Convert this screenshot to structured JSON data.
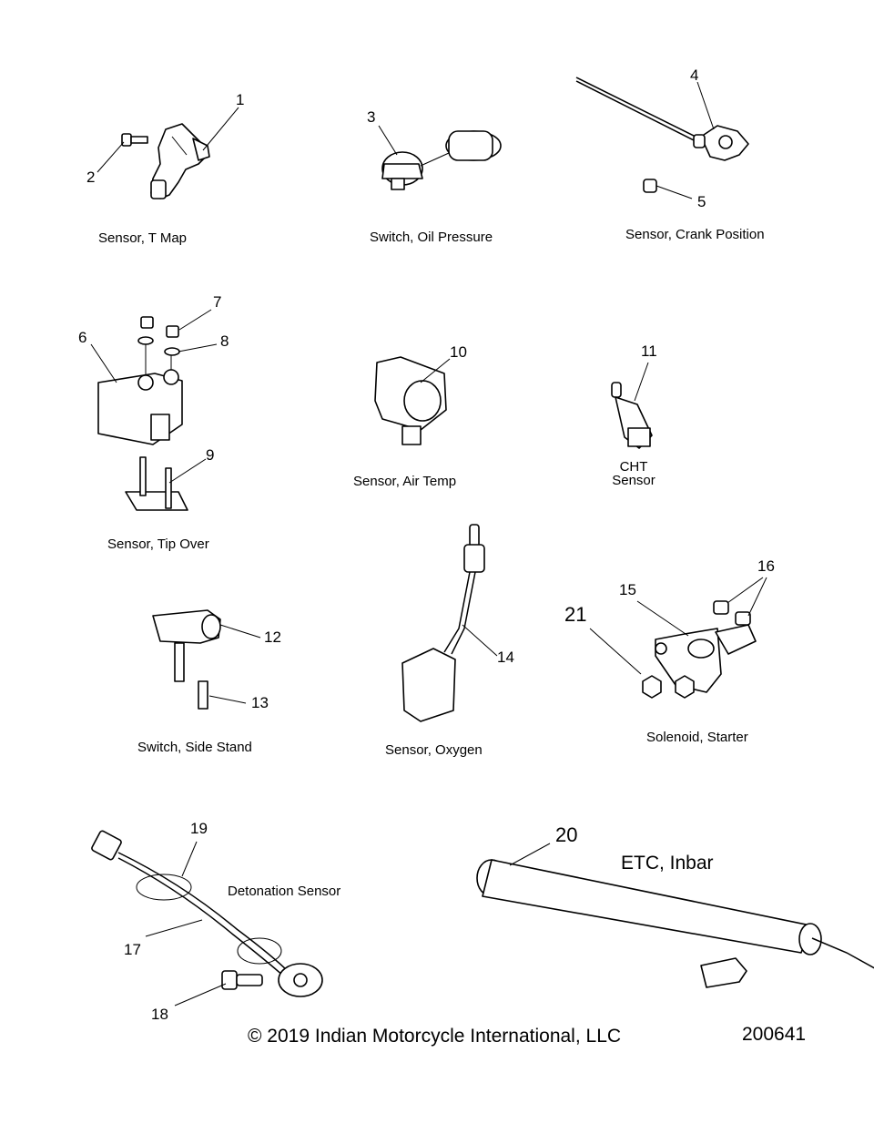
{
  "callouts": {
    "c1": "1",
    "c2": "2",
    "c3": "3",
    "c4": "4",
    "c5": "5",
    "c6": "6",
    "c7": "7",
    "c8": "8",
    "c9": "9",
    "c10": "10",
    "c11": "11",
    "c12": "12",
    "c13": "13",
    "c14": "14",
    "c15": "15",
    "c16": "16",
    "c17": "17",
    "c18": "18",
    "c19": "19",
    "c20": "20",
    "c21": "21"
  },
  "labels": {
    "t_map": "Sensor, T Map",
    "oil_pressure": "Switch, Oil Pressure",
    "crank_position": "Sensor, Crank Position",
    "tip_over": "Sensor, Tip Over",
    "air_temp": "Sensor, Air Temp",
    "cht_line1": "CHT",
    "cht_line2": "Sensor",
    "side_stand": "Switch, Side Stand",
    "oxygen": "Sensor, Oxygen",
    "starter_solenoid": "Solenoid, Starter",
    "detonation": "Detonation Sensor",
    "etc_inbar": "ETC, Inbar"
  },
  "footer": {
    "copyright": "© 2019 Indian Motorcycle International, LLC",
    "doc_number": "200641"
  }
}
